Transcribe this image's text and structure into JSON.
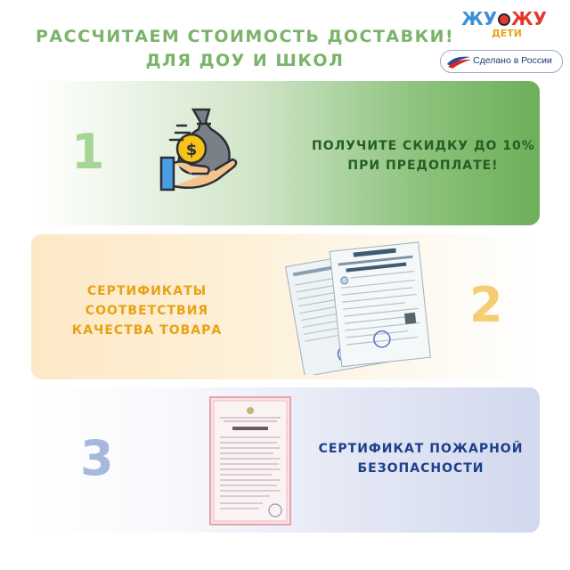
{
  "header": {
    "title_line1": "РАССЧИТАЕМ СТОИМОСТЬ ДОСТАВКИ!",
    "title_line2": "ДЛЯ ДОУ И ШКОЛ"
  },
  "logo": {
    "word1": "ЖУ",
    "word2": "ЖУ",
    "sub": "ДЕТИ",
    "made_in": "Сделано в России"
  },
  "cards": [
    {
      "number": "1",
      "text_line1": "ПОЛУЧИТЕ СКИДКУ ДО 10%",
      "text_line2": "ПРИ ПРЕДОПЛАТЕ!"
    },
    {
      "number": "2",
      "text_line1": "СЕРТИФИКАТЫ",
      "text_line2": "СООТВЕТСТВИЯ",
      "text_line3": "КАЧЕСТВА ТОВАРА"
    },
    {
      "number": "3",
      "text_line1": "СЕРТИФИКАТ ПОЖАРНОЙ",
      "text_line2": "БЕЗОПАСНОСТИ"
    }
  ],
  "icons": {
    "card1": "money-bag-hand-icon",
    "card2": "conformity-certificates-image",
    "card3": "fire-safety-certificate-image"
  },
  "colors": {
    "title": "#7bb36a",
    "card1_text": "#245e24",
    "card2_text": "#e9a214",
    "card3_text": "#1d3e8a"
  }
}
